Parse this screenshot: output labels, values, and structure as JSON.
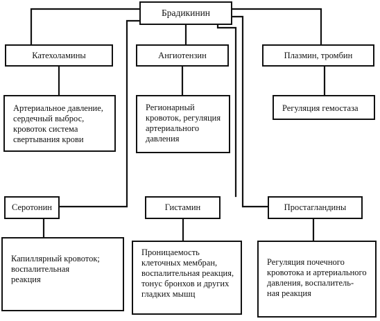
{
  "root": {
    "label": "Брадикинин"
  },
  "nodes": {
    "catecholamines": {
      "label": "Катехоламины",
      "effect": "Артериальное давление,\nсердечный выброс,\nкровоток система\nсвертывания крови"
    },
    "angiotensin": {
      "label": "Ангиотензин",
      "effect": "Регионарный\nкровоток, регуляция\nартериального\nдавления"
    },
    "plasmin": {
      "label": "Плазмин, тромбин",
      "effect": "Регуляция гемостаза"
    },
    "serotonin": {
      "label": "Серотонин",
      "effect": "Капиллярный кровоток;\nвоспалительная\nреакция"
    },
    "histamine": {
      "label": "Гистамин",
      "effect": "Проницаемость\nклеточных мембран,\nвоспалительная реакция,\nтонус бронхов и других\nгладких мышц"
    },
    "prostaglandins": {
      "label": "Простагландины",
      "effect": "Регуляция почечного\nкровотока и артериального\nдавления, воспалитель-\nная реакция"
    }
  },
  "colors": {
    "line": "#111111",
    "box_border": "#111111",
    "background": "#ffffff"
  }
}
